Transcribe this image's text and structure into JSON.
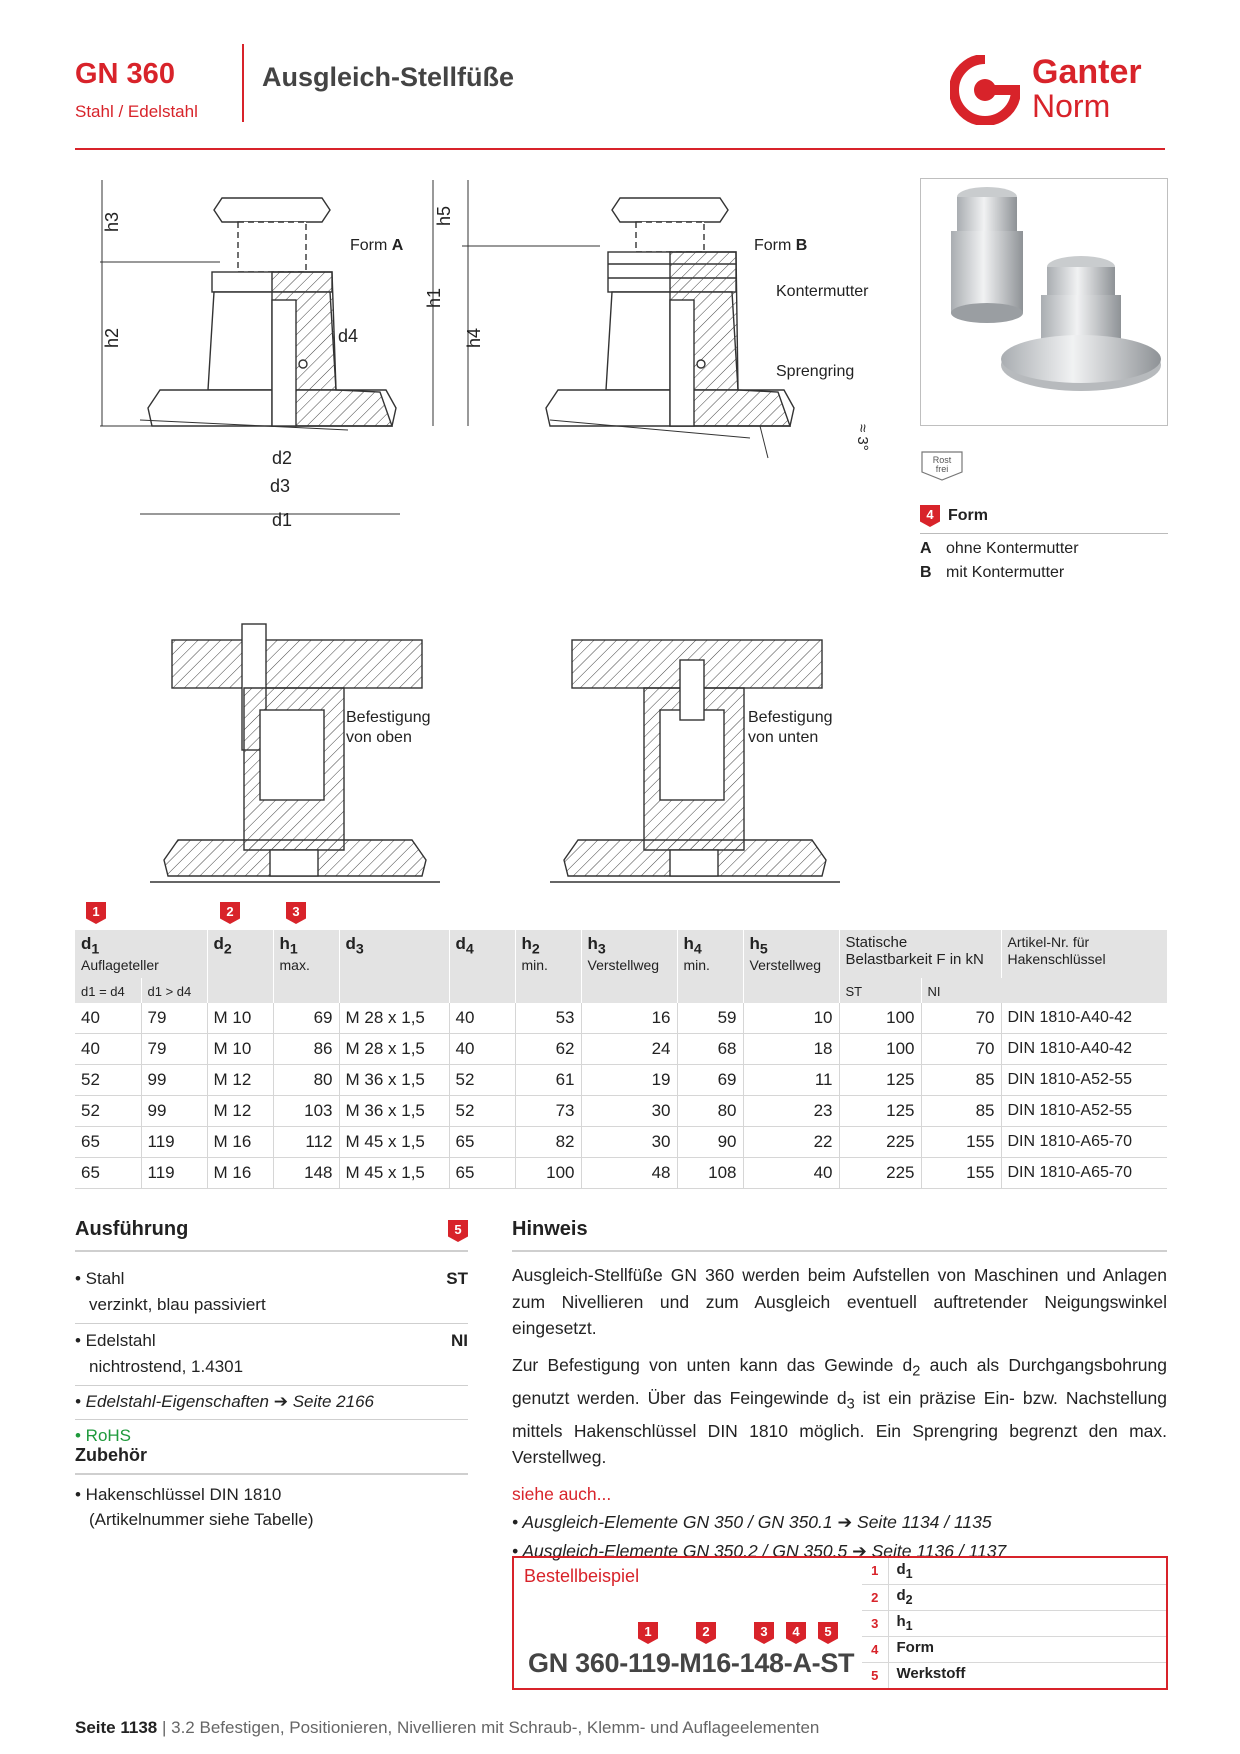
{
  "header": {
    "code": "GN 360",
    "material": "Stahl / Edelstahl",
    "title": "Ausgleich-Stellfüße",
    "brand_line1": "Ganter",
    "brand_line2": "Norm"
  },
  "drawing_top": {
    "form_a_prefix": "Form ",
    "form_a_letter": "A",
    "form_b_prefix": "Form ",
    "form_b_letter": "B",
    "label_kontermutter": "Kontermutter",
    "label_sprengring": "Sprengring",
    "angle": "≈ 3°",
    "dims": {
      "h3": "h3",
      "h2": "h2",
      "h5": "h5",
      "h1": "h1",
      "h4": "h4",
      "d4": "d4",
      "d2": "d2",
      "d3": "d3",
      "d1": "d1"
    }
  },
  "drawing_bottom": {
    "mount_top_line1": "Befestigung",
    "mount_top_line2": "von oben",
    "mount_bottom_line1": "Befestigung",
    "mount_bottom_line2": "von unten"
  },
  "rost_frei": {
    "line1": "Rost",
    "line2": "frei"
  },
  "form_legend": {
    "badge": "4",
    "title": "Form",
    "items": [
      {
        "key": "A",
        "text": "ohne Kontermutter"
      },
      {
        "key": "B",
        "text": "mit Kontermutter"
      }
    ]
  },
  "table": {
    "badges": [
      "1",
      "2",
      "3"
    ],
    "headers": {
      "d1": "d",
      "d1_sub": "1",
      "d1_note": "Auflageteller",
      "d1_eq": "d1 = d4",
      "d1_gt": "d1 > d4",
      "d2": "d",
      "d2_sub": "2",
      "h1": "h",
      "h1_sub": "1",
      "h1_note": "max.",
      "d3": "d",
      "d3_sub": "3",
      "d4": "d",
      "d4_sub": "4",
      "h2": "h",
      "h2_sub": "2",
      "h2_note": "min.",
      "h3": "h",
      "h3_sub": "3",
      "h3_note": "Verstellweg",
      "h4": "h",
      "h4_sub": "4",
      "h4_note": "min.",
      "h5": "h",
      "h5_sub": "5",
      "h5_note": "Verstellweg",
      "load_line1": "Statische",
      "load_line2": "Belastbarkeit F in kN",
      "load_st": "ST",
      "load_ni": "NI",
      "art_line1": "Artikel-Nr. für",
      "art_line2": "Hakenschlüssel"
    },
    "rows": [
      [
        "40",
        "79",
        "M 10",
        "69",
        "M 28 x 1,5",
        "40",
        "53",
        "16",
        "59",
        "10",
        "100",
        "70",
        "DIN 1810-A40-42"
      ],
      [
        "40",
        "79",
        "M 10",
        "86",
        "M 28 x 1,5",
        "40",
        "62",
        "24",
        "68",
        "18",
        "100",
        "70",
        "DIN 1810-A40-42"
      ],
      [
        "52",
        "99",
        "M 12",
        "80",
        "M 36 x 1,5",
        "52",
        "61",
        "19",
        "69",
        "11",
        "125",
        "85",
        "DIN 1810-A52-55"
      ],
      [
        "52",
        "99",
        "M 12",
        "103",
        "M 36 x 1,5",
        "52",
        "73",
        "30",
        "80",
        "23",
        "125",
        "85",
        "DIN 1810-A52-55"
      ],
      [
        "65",
        "119",
        "M 16",
        "112",
        "M 45 x 1,5",
        "65",
        "82",
        "30",
        "90",
        "22",
        "225",
        "155",
        "DIN 1810-A65-70"
      ],
      [
        "65",
        "119",
        "M 16",
        "148",
        "M 45 x 1,5",
        "65",
        "100",
        "48",
        "108",
        "40",
        "225",
        "155",
        "DIN 1810-A65-70"
      ]
    ]
  },
  "ausfuehrung": {
    "title": "Ausführung",
    "badge": "5",
    "items": [
      {
        "line1": "• Stahl",
        "line2": "verzinkt, blau passiviert",
        "code": "ST"
      },
      {
        "line1": "• Edelstahl",
        "line2": "nichtrostend, 1.4301",
        "code": "NI"
      }
    ],
    "link": "• Edelstahl-Eigenschaften ➔ Seite 2166",
    "rohs": "• RoHS"
  },
  "zubehoer": {
    "title": "Zubehör",
    "line1": "• Hakenschlüssel DIN 1810",
    "line2": "(Artikelnummer siehe Tabelle)"
  },
  "hinweis": {
    "title": "Hinweis",
    "p1": "Ausgleich-Stellfüße GN 360 werden beim Aufstellen von Maschinen und Anlagen zum Nivellieren und zum Ausgleich eventuell auftretender Neigungswinkel eingesetzt.",
    "p2_a": "Zur Befestigung von unten kann das Gewinde d",
    "p2_sub1": "2",
    "p2_b": " auch als Durchgangsbohrung genutzt werden. Über das Feingewinde d",
    "p2_sub2": "3",
    "p2_c": " ist ein präzise Ein- bzw. Nachstellung mittels Hakenschlüssel DIN 1810 möglich. Ein Sprengring begrenzt den max. Verstellweg.",
    "see_also": "siehe auch...",
    "see1": "• Ausgleich-Elemente GN 350 / GN 350.1 ➔ Seite 1134 / 1135",
    "see2": "• Ausgleich-Elemente GN 350.2 / GN 350.5 ➔ Seite 1136 / 1137"
  },
  "order": {
    "label": "Bestellbeispiel",
    "code": "GN 360-119-M16-148-A-ST",
    "badges": [
      "1",
      "2",
      "3",
      "4",
      "5"
    ],
    "rows": [
      {
        "n": "1",
        "label": "d",
        "sub": "1"
      },
      {
        "n": "2",
        "label": "d",
        "sub": "2"
      },
      {
        "n": "3",
        "label": "h",
        "sub": "1"
      },
      {
        "n": "4",
        "label": "Form",
        "sub": ""
      },
      {
        "n": "5",
        "label": "Werkstoff",
        "sub": ""
      }
    ]
  },
  "footer": {
    "page": "Seite 1138",
    "sep": " | ",
    "chapter": "3.2 Befestigen, Positionieren, Nivellieren mit Schraub-, Klemm- und Auflageelementen"
  },
  "colors": {
    "brand_red": "#d8232a",
    "rohs_green": "#1f9a3c",
    "table_header": "#e3e3e3"
  }
}
